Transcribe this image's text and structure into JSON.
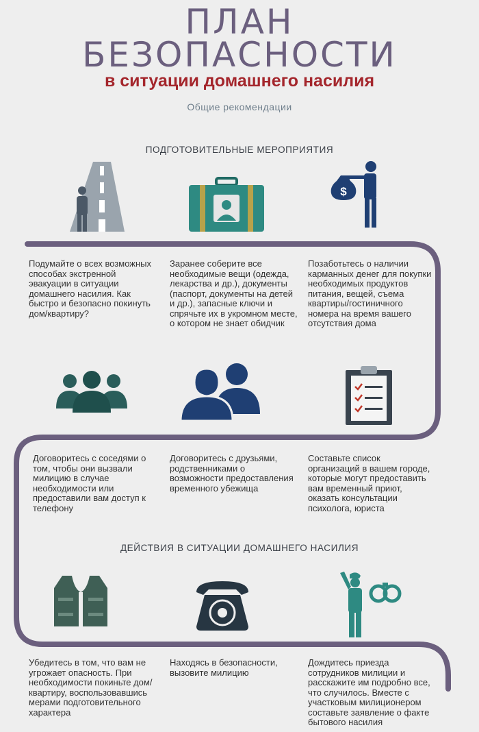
{
  "header": {
    "title_line1": "ПЛАН",
    "title_line2": "БЕЗОПАСНОСТИ",
    "subtitle": "в ситуации домашнего насилия",
    "tagline": "Общие рекомендации"
  },
  "sections": [
    {
      "title": "ПОДГОТОВИТЕЛЬНЫЕ МЕРОПРИЯТИЯ",
      "rows": [
        [
          {
            "icon": "road-person-icon",
            "text": "Подумайте о всех возможных способах экстренной эвакуации в ситуации домашнего насилия. Как быстро и безопасно покинуть дом/квартиру?"
          },
          {
            "icon": "suitcase-icon",
            "text": "Заранее соберите все необходимые вещи (одежда, лекарства и др.), документы (паспорт, документы на детей и др.), запасные ключи и спрячьте их в укромном месте, о котором не знает обидчик"
          },
          {
            "icon": "money-bag-person-icon",
            "text": "Позаботьтесь о наличии карманных денег для покупки необходимых продуктов питания, вещей, съема квартиры/гостиничного номера на время вашего отсутствия дома"
          }
        ],
        [
          {
            "icon": "neighbors-group-icon",
            "text": "Договоритесь с соседями о том, чтобы они вызвали милицию в случае необходимости или предоставили вам доступ к телефону"
          },
          {
            "icon": "friends-couple-icon",
            "text": "Договоритесь с друзьями, родственниками о возможности предоставления временного убежища"
          },
          {
            "icon": "clipboard-checklist-icon",
            "text": "Составьте список организаций в вашем городе, которые могут предоставить вам временный приют, оказать консультации психолога, юриста"
          }
        ]
      ]
    },
    {
      "title": "ДЕЙСТВИЯ В СИТУАЦИИ ДОМАШНЕГО  НАСИЛИЯ",
      "rows": [
        [
          {
            "icon": "safety-vest-icon",
            "text": "Убедитесь в том, что вам не угрожает опасность. При необходимости покиньте дом/квартиру, воспользовавшись мерами подготовительного характера"
          },
          {
            "icon": "rotary-phone-icon",
            "text": "Находясь в безопасности, вызовите милицию"
          },
          {
            "icon": "police-handcuffs-icon",
            "text": "Дождитесь приезда сотрудников милиции и расскажите им подробно все, что случилось. Вместе с участковым милиционером составьте заявление о факте бытового насилия"
          }
        ]
      ]
    }
  ],
  "colors": {
    "title": "#6b5f7e",
    "subtitle": "#a4262c",
    "path": "#6b5f7e",
    "teal": "#2e8a82",
    "navy": "#1f3f73",
    "slate": "#4b5866",
    "green": "#3f5f55"
  }
}
